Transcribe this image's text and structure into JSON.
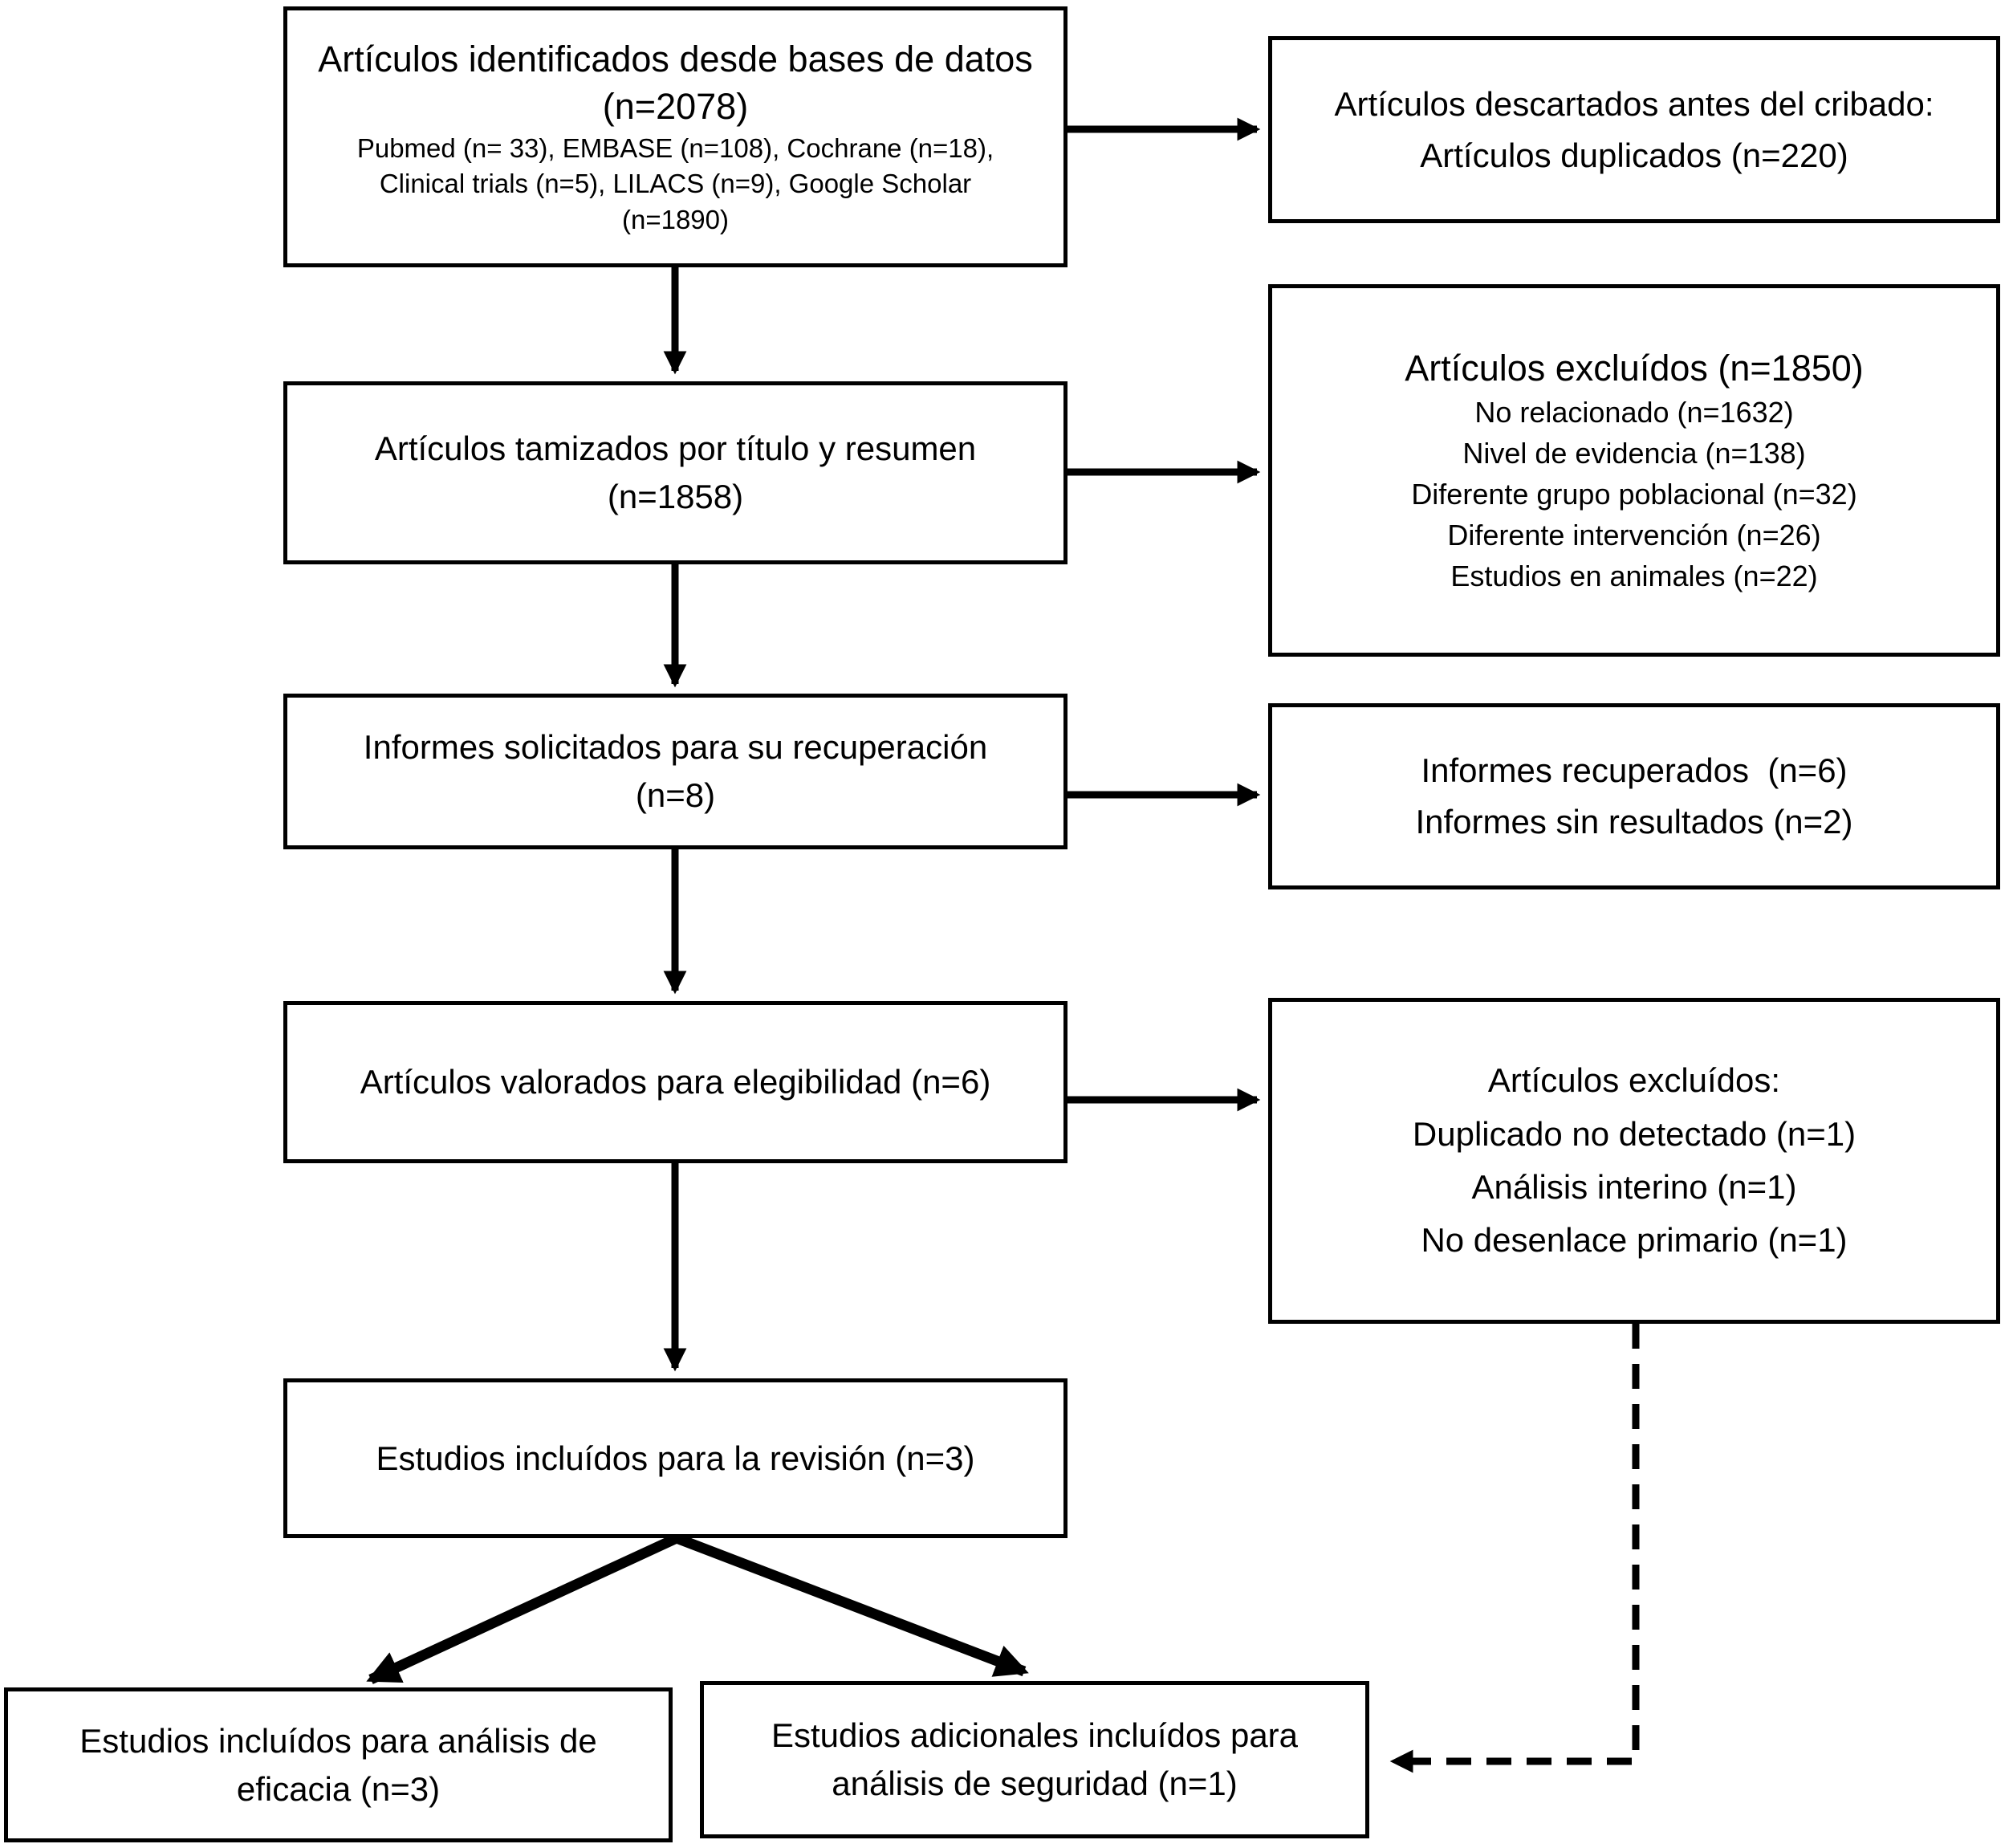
{
  "diagram": {
    "type": "prisma-flow",
    "colors": {
      "line": "#000000",
      "background": "#ffffff",
      "box_background": "#ffffff"
    },
    "boxes": {
      "identified": {
        "title": "Artículos identificados desde bases de datos",
        "count": "(n=2078)",
        "detail1": "Pubmed (n= 33), EMBASE (n=108), Cochrane (n=18),",
        "detail2": "Clinical trials (n=5), LILACS (n=9), Google Scholar",
        "detail3": "(n=1890)"
      },
      "discarded_before_screening": {
        "line1": "Artículos descartados antes del cribado:",
        "line2": "Artículos duplicados (n=220)"
      },
      "screened": {
        "line1": "Artículos tamizados por título y resumen",
        "line2": "(n=1858)"
      },
      "excluded_screening": {
        "title": "Artículos excluídos (n=1850)",
        "reason1": "No relacionado (n=1632)",
        "reason2": "Nivel de evidencia (n=138)",
        "reason3": "Diferente grupo poblacional (n=32)",
        "reason4": "Diferente intervención (n=26)",
        "reason5": "Estudios en animales (n=22)"
      },
      "reports_sought": {
        "line1": "Informes solicitados para su recuperación",
        "line2": "(n=8)"
      },
      "reports_retrieved": {
        "line1": "Informes recuperados  (n=6)",
        "line2": "Informes sin resultados (n=2)"
      },
      "assessed_eligibility": {
        "line1": "Artículos valorados para elegibilidad (n=6)"
      },
      "excluded_eligibility": {
        "title": "Artículos excluídos:",
        "reason1": "Duplicado no detectado (n=1)",
        "reason2": "Análisis interino (n=1)",
        "reason3": "No desenlace primario (n=1)"
      },
      "included_review": {
        "line1": "Estudios incluídos para la revisión (n=3)"
      },
      "efficacy_analysis": {
        "line1": "Estudios incluídos para análisis de",
        "line2": "eficacia (n=3)"
      },
      "safety_analysis": {
        "line1": "Estudios adicionales incluídos para",
        "line2": "análisis de seguridad (n=1)"
      }
    }
  }
}
